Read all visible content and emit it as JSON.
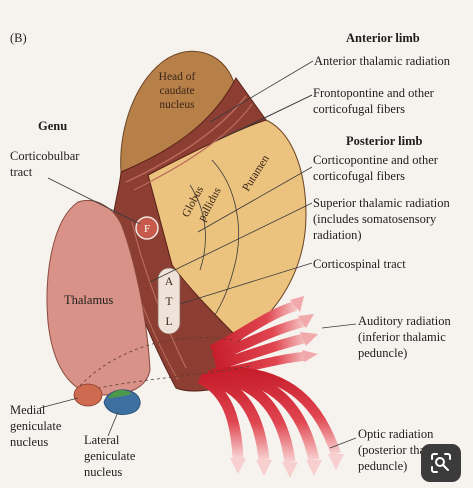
{
  "panel_letter": "(B)",
  "headings": {
    "anterior_limb": "Anterior limb",
    "posterior_limb": "Posterior limb",
    "genu": "Genu"
  },
  "labels": {
    "head_of_caudate": [
      "Head of",
      "caudate",
      "nucleus"
    ],
    "anterior_thalamic_radiation": "Anterior thalamic radiation",
    "frontopontine": [
      "Frontopontine and other",
      "corticofugal fibers"
    ],
    "corticopontine": [
      "Corticopontine and other",
      "corticofugal fibers"
    ],
    "superior_thalamic": [
      "Superior thalamic radiation",
      "(includes somatosensory",
      "radiation)"
    ],
    "corticospinal": "Corticospinal tract",
    "corticobulbar": [
      "Corticobulbar",
      "tract"
    ],
    "thalamus": "Thalamus",
    "auditory": [
      "Auditory radiation",
      "(inferior thalamic",
      "peduncle)"
    ],
    "optic": [
      "Optic radiation",
      "(posterior thalamic",
      "peduncle)"
    ],
    "medial_geniculate": [
      "Medial",
      "geniculate",
      "nucleus"
    ],
    "lateral_geniculate": [
      "Lateral",
      "geniculate",
      "nucleus"
    ],
    "putamen": "Putamen",
    "globus_pallidus": [
      "Globus",
      "pallidus"
    ],
    "f_marker": "F",
    "atl_marker": [
      "A",
      "T",
      "L"
    ]
  },
  "colors": {
    "caudate": "#b88049",
    "putamen": "#ebc27e",
    "internal_capsule": "#8c3e33",
    "thalamus": "#d99287",
    "radiation": "#d62b38",
    "medial_geniculate": "#cd6a50",
    "lateral_geniculate": "#3d6fa0"
  },
  "icons": {
    "lens": "google-lens-icon"
  }
}
